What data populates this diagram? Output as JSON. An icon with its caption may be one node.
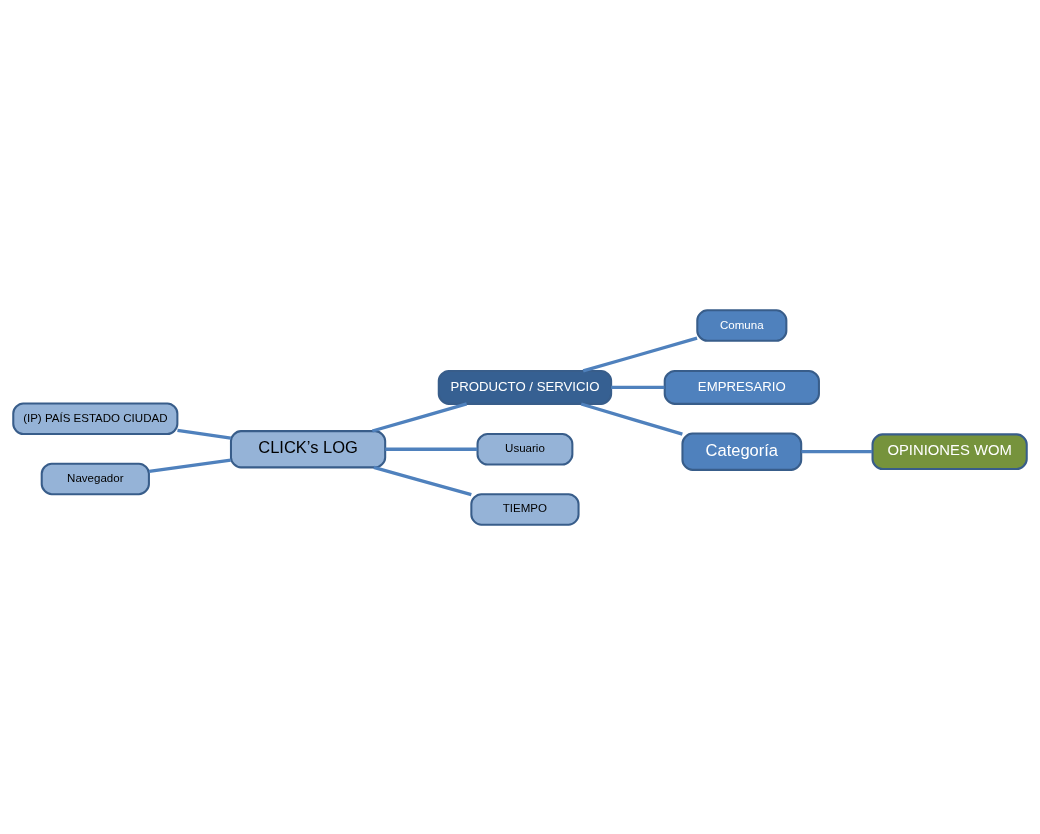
{
  "diagram": {
    "nodes": [
      {
        "text": [
          "(IP) PAÍS ESTADO CIUDAD"
        ]
      },
      {
        "text": [
          "Navegador"
        ]
      },
      {
        "text": [
          "CLICK’s LOG"
        ]
      },
      {
        "text": [
          "PRODUCTO / SERVICIO"
        ]
      },
      {
        "text": [
          "Comuna"
        ]
      },
      {
        "text": [
          "EMPRESARIO"
        ]
      },
      {
        "text": [
          "Usuario"
        ]
      },
      {
        "text": [
          "TIEMPO"
        ]
      },
      {
        "text": [
          "Categoría"
        ]
      },
      {
        "text": [
          "OPINIONES WOM"
        ]
      }
    ],
    "edges": [
      {
        "from": 0,
        "to": 2,
        "arrow": "none"
      },
      {
        "from": 1,
        "to": 2,
        "arrow": "none"
      },
      {
        "from": 2,
        "to": 3,
        "arrow": "none"
      },
      {
        "from": 2,
        "to": 6,
        "arrow": "none"
      },
      {
        "from": 2,
        "to": 7,
        "arrow": "none"
      },
      {
        "from": 3,
        "to": 4,
        "arrow": "none"
      },
      {
        "from": 3,
        "to": 5,
        "arrow": "none"
      },
      {
        "from": 3,
        "to": 8,
        "arrow": "none"
      },
      {
        "from": 8,
        "to": 9,
        "arrow": "none"
      }
    ]
  }
}
